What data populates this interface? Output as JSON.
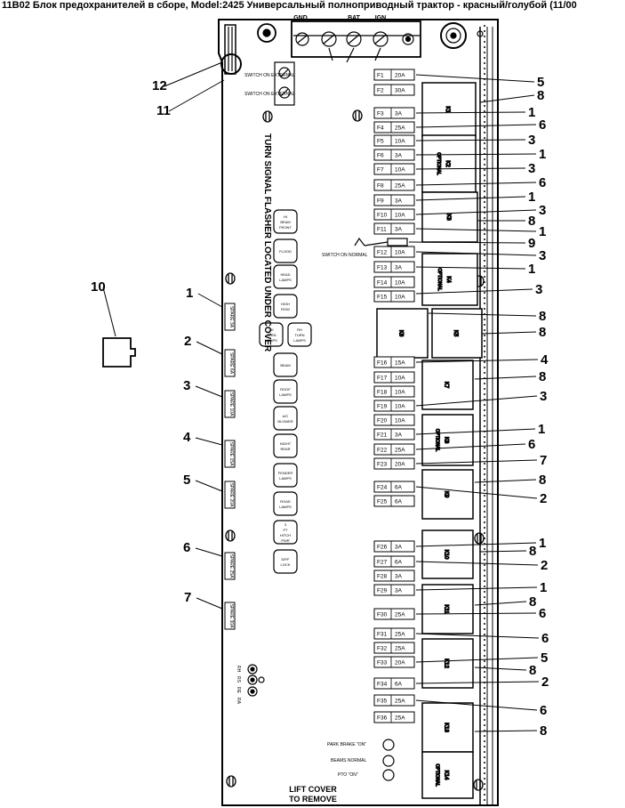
{
  "title": "11B02 Блок предохранителей в сборе, Model:2425 Универсальный полноприводный трактор - красный/голубой (11/00",
  "top_terminals": [
    "GND",
    "BAT",
    "IGN"
  ],
  "switch_labels": [
    "SWITCH ON EXTERNAL",
    "SWITCH ON EXTERNAL"
  ],
  "vertical_note": "TURN SIGNAL FLASHER LOCATED UNDER COVER",
  "fuses": [
    {
      "id": "F1",
      "rating": "20A"
    },
    {
      "id": "F2",
      "rating": "30A"
    },
    {
      "id": "F3",
      "rating": "3A"
    },
    {
      "id": "F4",
      "rating": "25A"
    },
    {
      "id": "F5",
      "rating": "10A"
    },
    {
      "id": "F6",
      "rating": "3A"
    },
    {
      "id": "F7",
      "rating": "10A"
    },
    {
      "id": "F8",
      "rating": "25A"
    },
    {
      "id": "F9",
      "rating": "3A"
    },
    {
      "id": "F10",
      "rating": "10A"
    },
    {
      "id": "F11",
      "rating": "3A"
    },
    {
      "id": "F12",
      "rating": "10A"
    },
    {
      "id": "F13",
      "rating": "3A"
    },
    {
      "id": "F14",
      "rating": "10A"
    },
    {
      "id": "F15",
      "rating": "10A"
    },
    {
      "id": "F16",
      "rating": "15A"
    },
    {
      "id": "F17",
      "rating": "10A"
    },
    {
      "id": "F18",
      "rating": "10A"
    },
    {
      "id": "F19",
      "rating": "10A"
    },
    {
      "id": "F20",
      "rating": "10A"
    },
    {
      "id": "F21",
      "rating": "3A"
    },
    {
      "id": "F22",
      "rating": "25A"
    },
    {
      "id": "F23",
      "rating": "20A"
    },
    {
      "id": "F24",
      "rating": "6A"
    },
    {
      "id": "F25",
      "rating": "6A"
    },
    {
      "id": "F26",
      "rating": "3A"
    },
    {
      "id": "F27",
      "rating": "6A"
    },
    {
      "id": "F28",
      "rating": "3A"
    },
    {
      "id": "F29",
      "rating": "3A"
    },
    {
      "id": "F30",
      "rating": "25A"
    },
    {
      "id": "F31",
      "rating": "25A"
    },
    {
      "id": "F32",
      "rating": "25A"
    },
    {
      "id": "F33",
      "rating": "20A"
    },
    {
      "id": "F34",
      "rating": "6A"
    },
    {
      "id": "F35",
      "rating": "25A"
    },
    {
      "id": "F36",
      "rating": "25A"
    }
  ],
  "relays": [
    {
      "id": "K1",
      "note": ""
    },
    {
      "id": "K2",
      "note": "OPTIONAL"
    },
    {
      "id": "K3",
      "note": ""
    },
    {
      "id": "K4",
      "note": "OPTIONAL"
    },
    {
      "id": "K5",
      "note": ""
    },
    {
      "id": "K6",
      "note": ""
    },
    {
      "id": "K7",
      "note": ""
    },
    {
      "id": "K8",
      "note": "OPTIONAL"
    },
    {
      "id": "K9",
      "note": ""
    },
    {
      "id": "K10",
      "note": ""
    },
    {
      "id": "K11",
      "note": ""
    },
    {
      "id": "K12",
      "note": ""
    },
    {
      "id": "K13",
      "note": ""
    },
    {
      "id": "K14",
      "note": "OPTIONAL"
    }
  ],
  "switch_normal": "SWITCH ON NORMAL",
  "circuit_labels": [
    "HI BEAM FRONT",
    "FLOOD",
    "HEAD LAMPS",
    "HIGH ROW",
    "LH TURN LAMPS",
    "RH TURN LAMPS",
    "BEAM",
    "ROOF LAMPS",
    "A/C BLOWER",
    "NIGHT REAR",
    "FENDER LAMPS",
    "ROAD LAMPS",
    "3 PT HITCH PWR",
    "DIFF LOCK"
  ],
  "spare_labels": [
    "SPARE 3A",
    "SPARE 6A",
    "SPARE 10A",
    "SPARE 15A",
    "SPARE 20A",
    "SPARE 25A",
    "SPARE 30A"
  ],
  "legend_small": [
    "RH",
    "RS",
    "RE",
    "RA"
  ],
  "bottom_labels": [
    "PARK BRAKE \"ON\"",
    "BEAMS NORMAL",
    "PTO \"ON\""
  ],
  "lift_cover": [
    "LIFT COVER",
    "TO REMOVE"
  ],
  "callouts_right": [
    "5",
    "8",
    "1",
    "6",
    "3",
    "1",
    "3",
    "6",
    "1",
    "3",
    "8",
    "1",
    "9",
    "3",
    "1",
    "3",
    "8",
    "8",
    "4",
    "8",
    "3",
    "1",
    "6",
    "7",
    "8",
    "2",
    "1",
    "8",
    "2",
    "1",
    "8",
    "6",
    "6",
    "5",
    "8",
    "2",
    "6",
    "8"
  ],
  "callouts_left": [
    "12",
    "11",
    "10",
    "1",
    "2",
    "3",
    "4",
    "5",
    "6",
    "7"
  ]
}
